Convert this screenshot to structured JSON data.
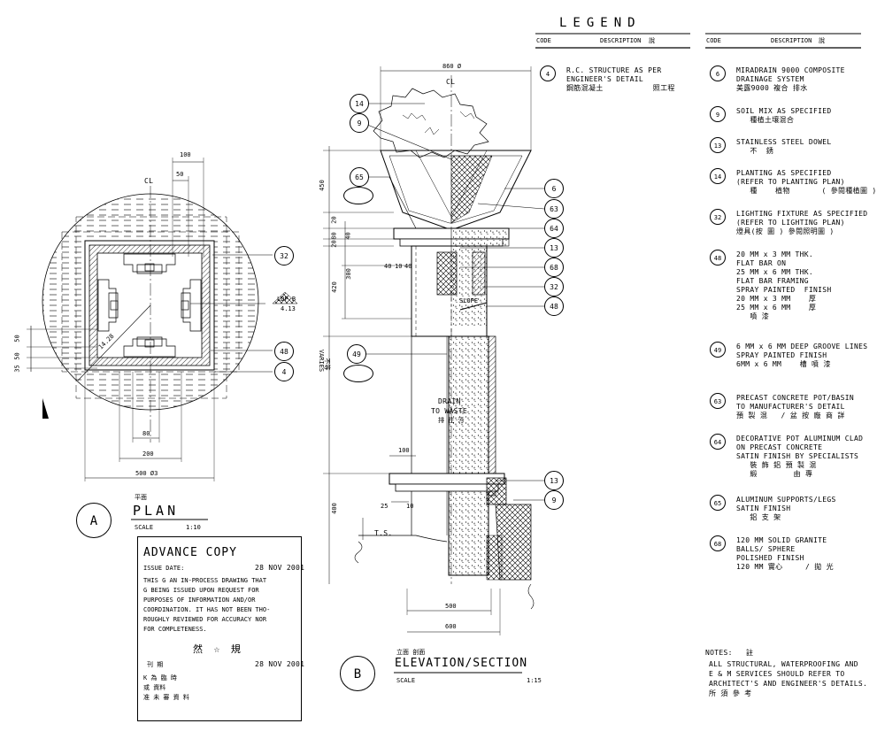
{
  "legend": {
    "title": "LEGEND",
    "header_code": "CODE",
    "header_desc": "DESCRIPTION",
    "header_cn": "說",
    "items_left": [
      {
        "code": "4",
        "lines": [
          "R.C. STRUCTURE AS PER",
          "ENGINEER'S DETAIL",
          "鋼筋混凝土           照工程"
        ]
      }
    ],
    "items_right": [
      {
        "code": "6",
        "lines": [
          "MIRADRAIN 9000 COMPOSITE",
          "DRAINAGE SYSTEM",
          "美露9000 複合 排水"
        ]
      },
      {
        "code": "9",
        "lines": [
          "SOIL MIX AS SPECIFIED",
          "   種植土壤混合"
        ]
      },
      {
        "code": "13",
        "lines": [
          "STAINLESS STEEL DOWEL",
          "   不  銹"
        ]
      },
      {
        "code": "14",
        "lines": [
          "PLANTING AS SPECIFIED",
          "(REFER TO PLANTING PLAN)",
          "   種    植物       ( 參閱種植圖 )"
        ]
      },
      {
        "code": "32",
        "lines": [
          "LIGHTING FIXTURE AS SPECIFIED",
          "(REFER TO LIGHTING PLAN)",
          "燈具(按 圖 ) 參閱照明圖 )"
        ]
      },
      {
        "code": "48",
        "lines": [
          "20 MM x 3 MM THK.",
          "FLAT BAR ON",
          "25 MM x 6 MM THK.",
          "FLAT BAR FRAMING",
          "SPRAY PAINTED  FINISH",
          "20 MM x 3 MM    厚",
          "25 MM x 6 MM    厚",
          "   噴 漆"
        ]
      },
      {
        "code": "49",
        "lines": [
          "6 MM x 6 MM DEEP GROOVE LINES",
          "SPRAY PAINTED FINISH",
          "6MM x 6 MM    槽 噴 漆"
        ]
      },
      {
        "code": "63",
        "lines": [
          "PRECAST CONCRETE POT/BASIN",
          "TO MANUFACTURER'S DETAIL",
          "預 製 混   / 盆 按 廠 商 詳"
        ]
      },
      {
        "code": "64",
        "lines": [
          "DECORATIVE POT ALUMINUM CLAD",
          "ON PRECAST CONCRETE",
          "SATIN FINISH BY SPECIALISTS",
          "   裝 飾 鋁 預 製 混",
          "   緞        由 專"
        ]
      },
      {
        "code": "65",
        "lines": [
          "ALUMINUM SUPPORTS/LEGS",
          "SATIN FINISH",
          "   鋁 支 架"
        ]
      },
      {
        "code": "68",
        "lines": [
          "120 MM SOLID GRANITE",
          "BALLS/ SPHERE",
          "POLISHED FINISH",
          "120 MM 實心     / 拋 光"
        ]
      }
    ]
  },
  "notes": {
    "label": "NOTES:",
    "label_cn": "註",
    "lines": [
      "ALL STRUCTURAL, WATERPROOFING AND",
      "E & M SERVICES SHOULD REFER TO",
      "ARCHITECT'S AND ENGINEER'S DETAILS.",
      "   所       須       參       考"
    ]
  },
  "plan": {
    "letter": "A",
    "title": "PLAN",
    "title_cn": "平面",
    "scale_label": "SCALE",
    "scale_value": "1:10",
    "dims": {
      "top_100": "100",
      "top_50": "50",
      "left_50a": "50",
      "left_50b": "50",
      "left_35": "35",
      "diag": "14.28",
      "d80": "80",
      "d200": "200",
      "d500": "500  Ø3"
    },
    "cl": "CL",
    "ldp_ref": "LDP  B",
    "ldp_sheet": "4.13"
  },
  "elevation": {
    "letter": "B",
    "title": "ELEVATION/SECTION",
    "title_cn": "立面   剖面",
    "scale_label": "SCALE",
    "scale_value": "1:15",
    "dims": {
      "top_860": "860 Ø",
      "d450": "450",
      "d20": "20",
      "d80a": "80",
      "d20b": "20",
      "d40": "40",
      "d420": "420",
      "d300": "300",
      "d40b": "40",
      "d10": "10",
      "d40c": "40",
      "varies": "VARIES",
      "varies_cn": "不等",
      "d400": "400",
      "d100": "100",
      "d25": "25",
      "d10b": "10",
      "d500": "500",
      "d600": "600"
    },
    "drain_label": [
      "DRAIN",
      "TO WASTE",
      "排 往 污"
    ],
    "slope": "SLOPE",
    "ts": "T.S.",
    "cl": "CL"
  },
  "advance_copy": {
    "title": "ADVANCE COPY",
    "issue_label": "ISSUE DATE:",
    "issue_date": "28 NOV 2001",
    "body": [
      "THIS G AN IN-PROCESS DRAWING THAT",
      "G BEING ISSUED UPON REQUEST FOR",
      "PURPOSES OF INFORMATION AND/OR",
      "COORDINATION. IT HAS NOT BEEN THO-",
      "ROUGHLY REVIEWED FOR ACCURACY NOR",
      "FOR COMPLETENESS."
    ],
    "cn_title": "然 ☆ 規",
    "cn_date_label": "刊 期",
    "cn_date": "28 NOV 2001",
    "cn_lines": [
      "K        為  臨 時",
      "         或     資料",
      "准 未 審     資  料"
    ]
  },
  "callouts_plan": [
    "32",
    "48",
    "4"
  ],
  "callouts_elev": [
    "14",
    "9",
    "65",
    "6",
    "63",
    "64",
    "13",
    "68",
    "32",
    "48",
    "49",
    "13",
    "9"
  ]
}
